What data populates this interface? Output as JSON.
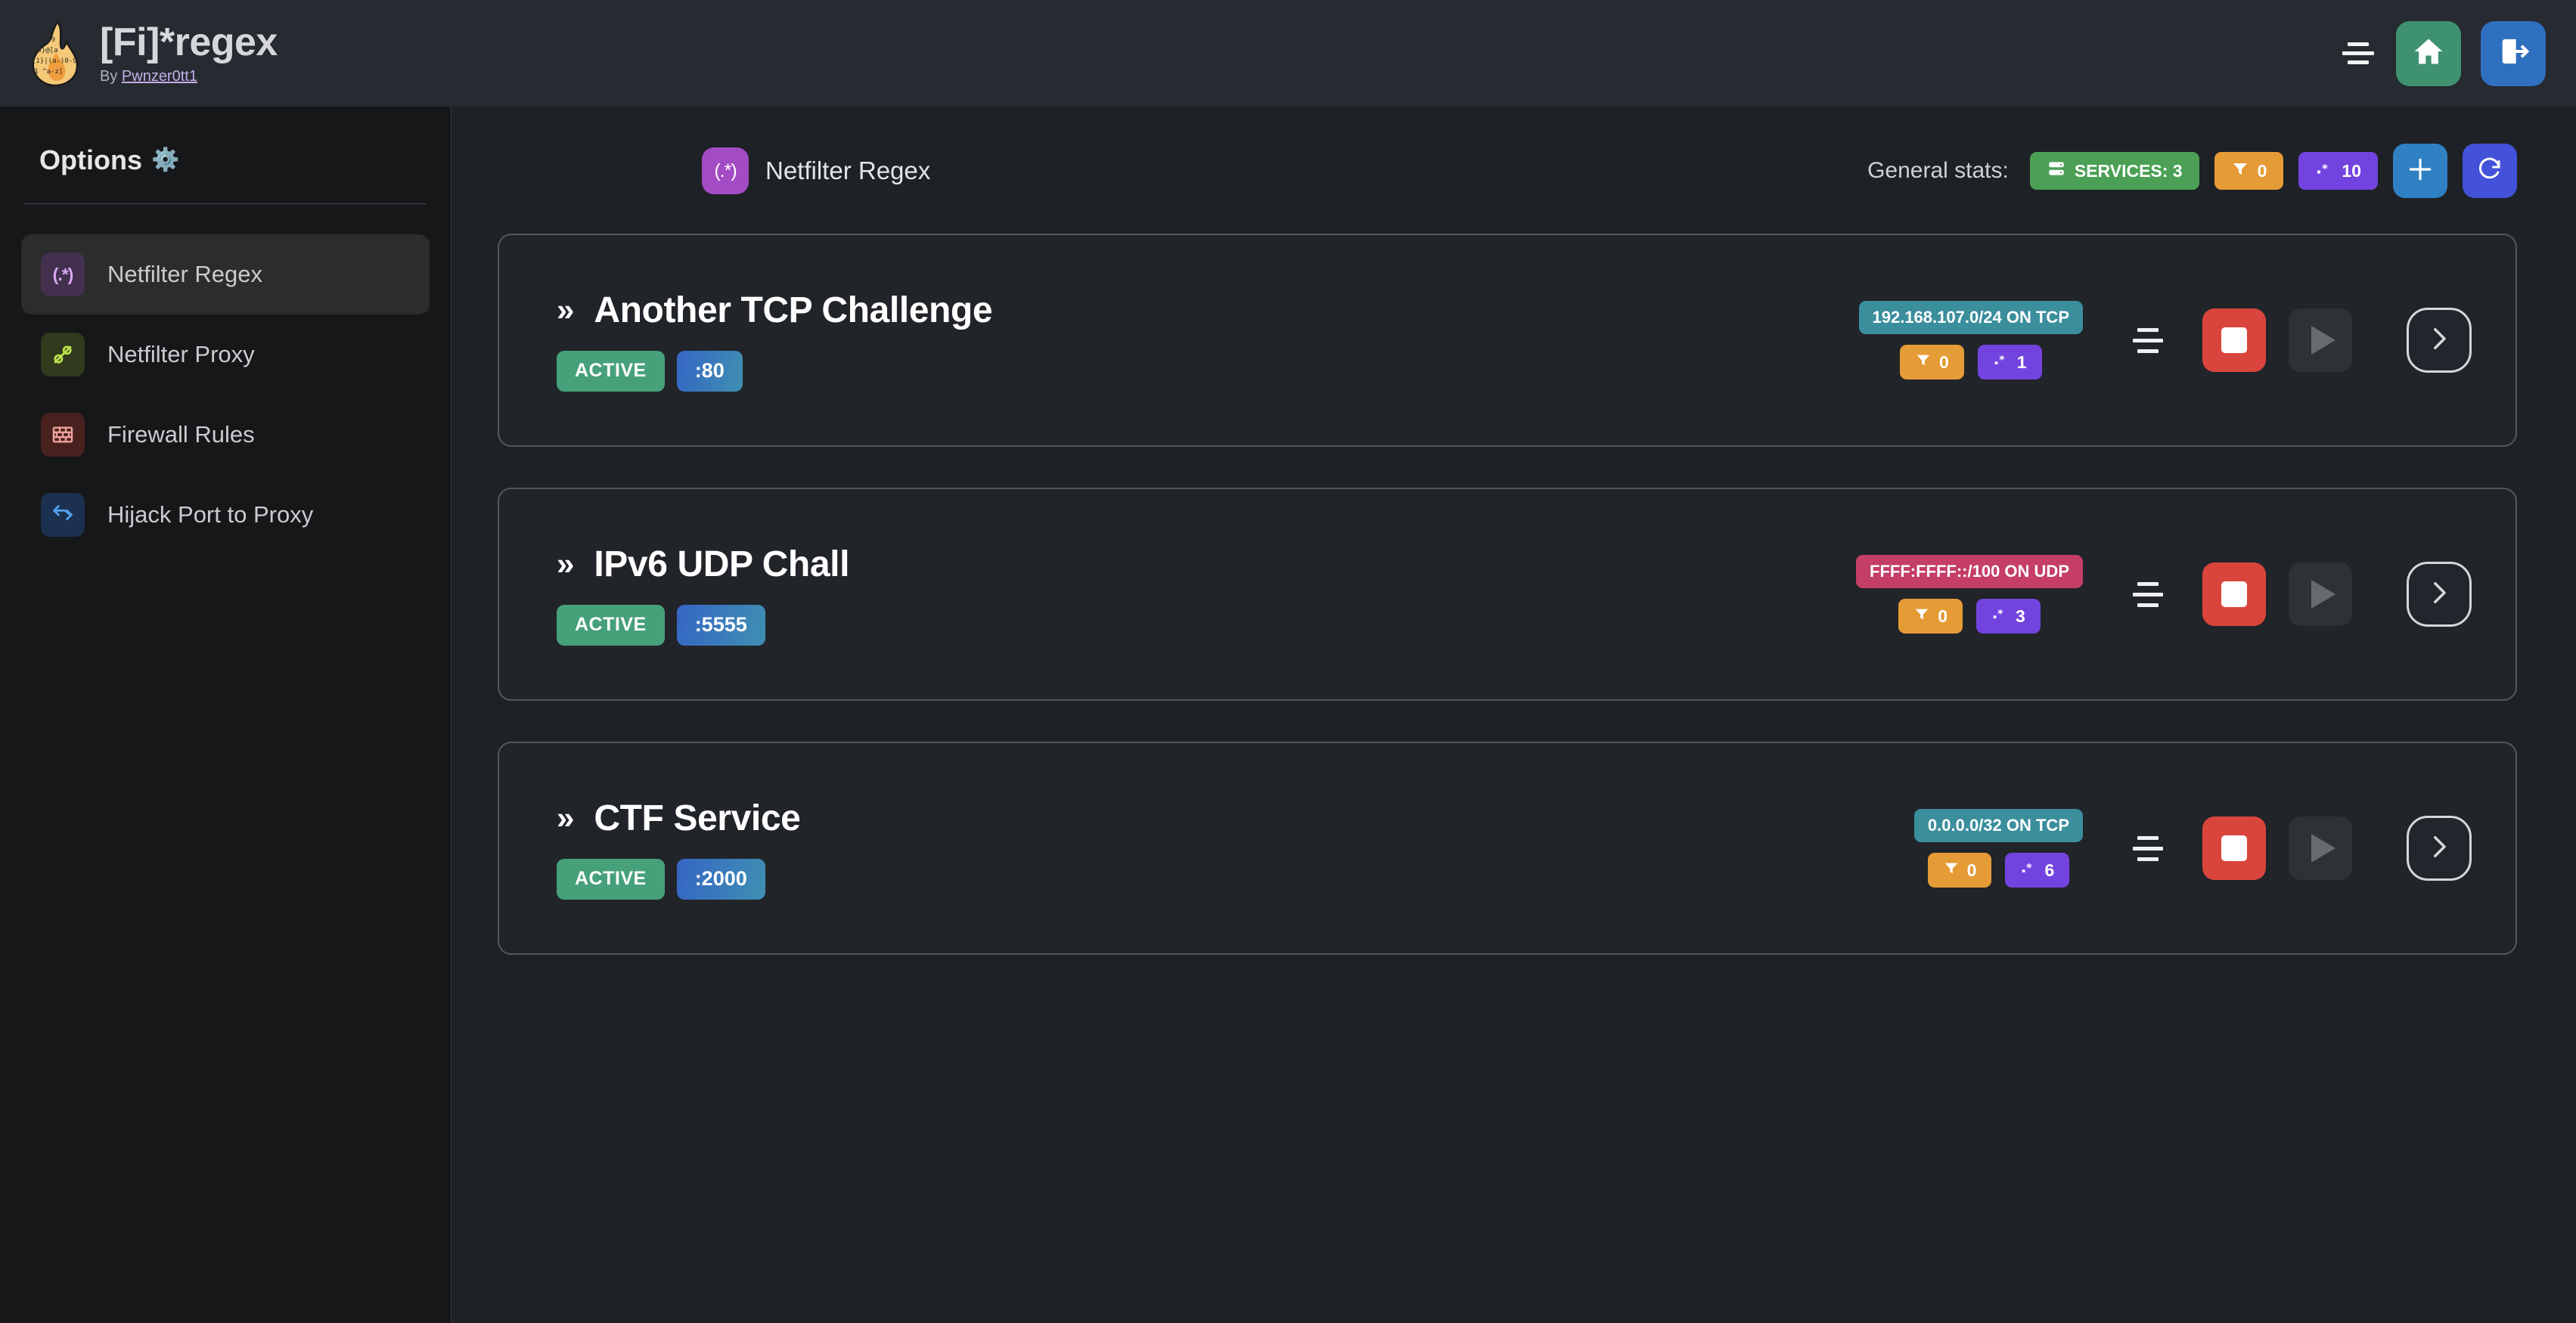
{
  "header": {
    "title": "[Fi]*regex",
    "by_prefix": "By ",
    "author": "Pwnzer0tt1",
    "logo_icon": "flame-regex-logo",
    "menu_icon": "hamburger-menu-icon",
    "home_icon": "home-icon",
    "logout_icon": "logout-icon"
  },
  "sidebar": {
    "title": "Options",
    "gear_icon": "gear-icon",
    "items": [
      {
        "label": "Netfilter Regex",
        "icon": "regex-icon",
        "glyph": "(.*)",
        "active": true
      },
      {
        "label": "Netfilter Proxy",
        "icon": "plug-icon",
        "glyph": "",
        "active": false
      },
      {
        "label": "Firewall Rules",
        "icon": "brick-wall-icon",
        "glyph": "",
        "active": false
      },
      {
        "label": "Hijack Port to Proxy",
        "icon": "branch-arrow-icon",
        "glyph": "",
        "active": false
      }
    ]
  },
  "main": {
    "page_title": "Netfilter Regex",
    "page_icon_glyph": "(.*)",
    "stats_label": "General stats:",
    "stats": {
      "services": "SERVICES: 3",
      "services_icon": "server-icon",
      "filters": "0",
      "filters_icon": "filter-icon",
      "regexes": "10",
      "regexes_icon": "regex-dotstar-icon"
    },
    "add_button_icon": "plus-icon",
    "refresh_button_icon": "refresh-icon",
    "services": [
      {
        "chevrons": "»",
        "name": "Another TCP Challenge",
        "status": "ACTIVE",
        "port": ":80",
        "network": "192.168.107.0/24 ON TCP",
        "proto": "tcp",
        "filters": "0",
        "regexes": "1",
        "drag_icon": "drag-handle-icon",
        "stop_icon": "stop-icon",
        "play_icon": "play-icon",
        "open_icon": "chevron-right-icon"
      },
      {
        "chevrons": "»",
        "name": "IPv6 UDP Chall",
        "status": "ACTIVE",
        "port": ":5555",
        "network": "FFFF:FFFF::/100 ON UDP",
        "proto": "udp",
        "filters": "0",
        "regexes": "3",
        "drag_icon": "drag-handle-icon",
        "stop_icon": "stop-icon",
        "play_icon": "play-icon",
        "open_icon": "chevron-right-icon"
      },
      {
        "chevrons": "»",
        "name": "CTF Service",
        "status": "ACTIVE",
        "port": ":2000",
        "network": "0.0.0.0/32 ON TCP",
        "proto": "tcp",
        "filters": "0",
        "regexes": "6",
        "drag_icon": "drag-handle-icon",
        "stop_icon": "stop-icon",
        "play_icon": "play-icon",
        "open_icon": "chevron-right-icon"
      }
    ]
  },
  "colors": {
    "header_bg": "#262a31",
    "sidebar_bg": "#161719",
    "main_bg": "#1e2126",
    "accent_green": "#4ba055",
    "accent_orange": "#e59b36",
    "accent_purple": "#7343e0",
    "accent_teal": "#3b8e9c",
    "accent_crimson": "#c43e67",
    "accent_red": "#d9453c",
    "accent_blue": "#3080c4",
    "accent_indigo": "#4352d9"
  }
}
